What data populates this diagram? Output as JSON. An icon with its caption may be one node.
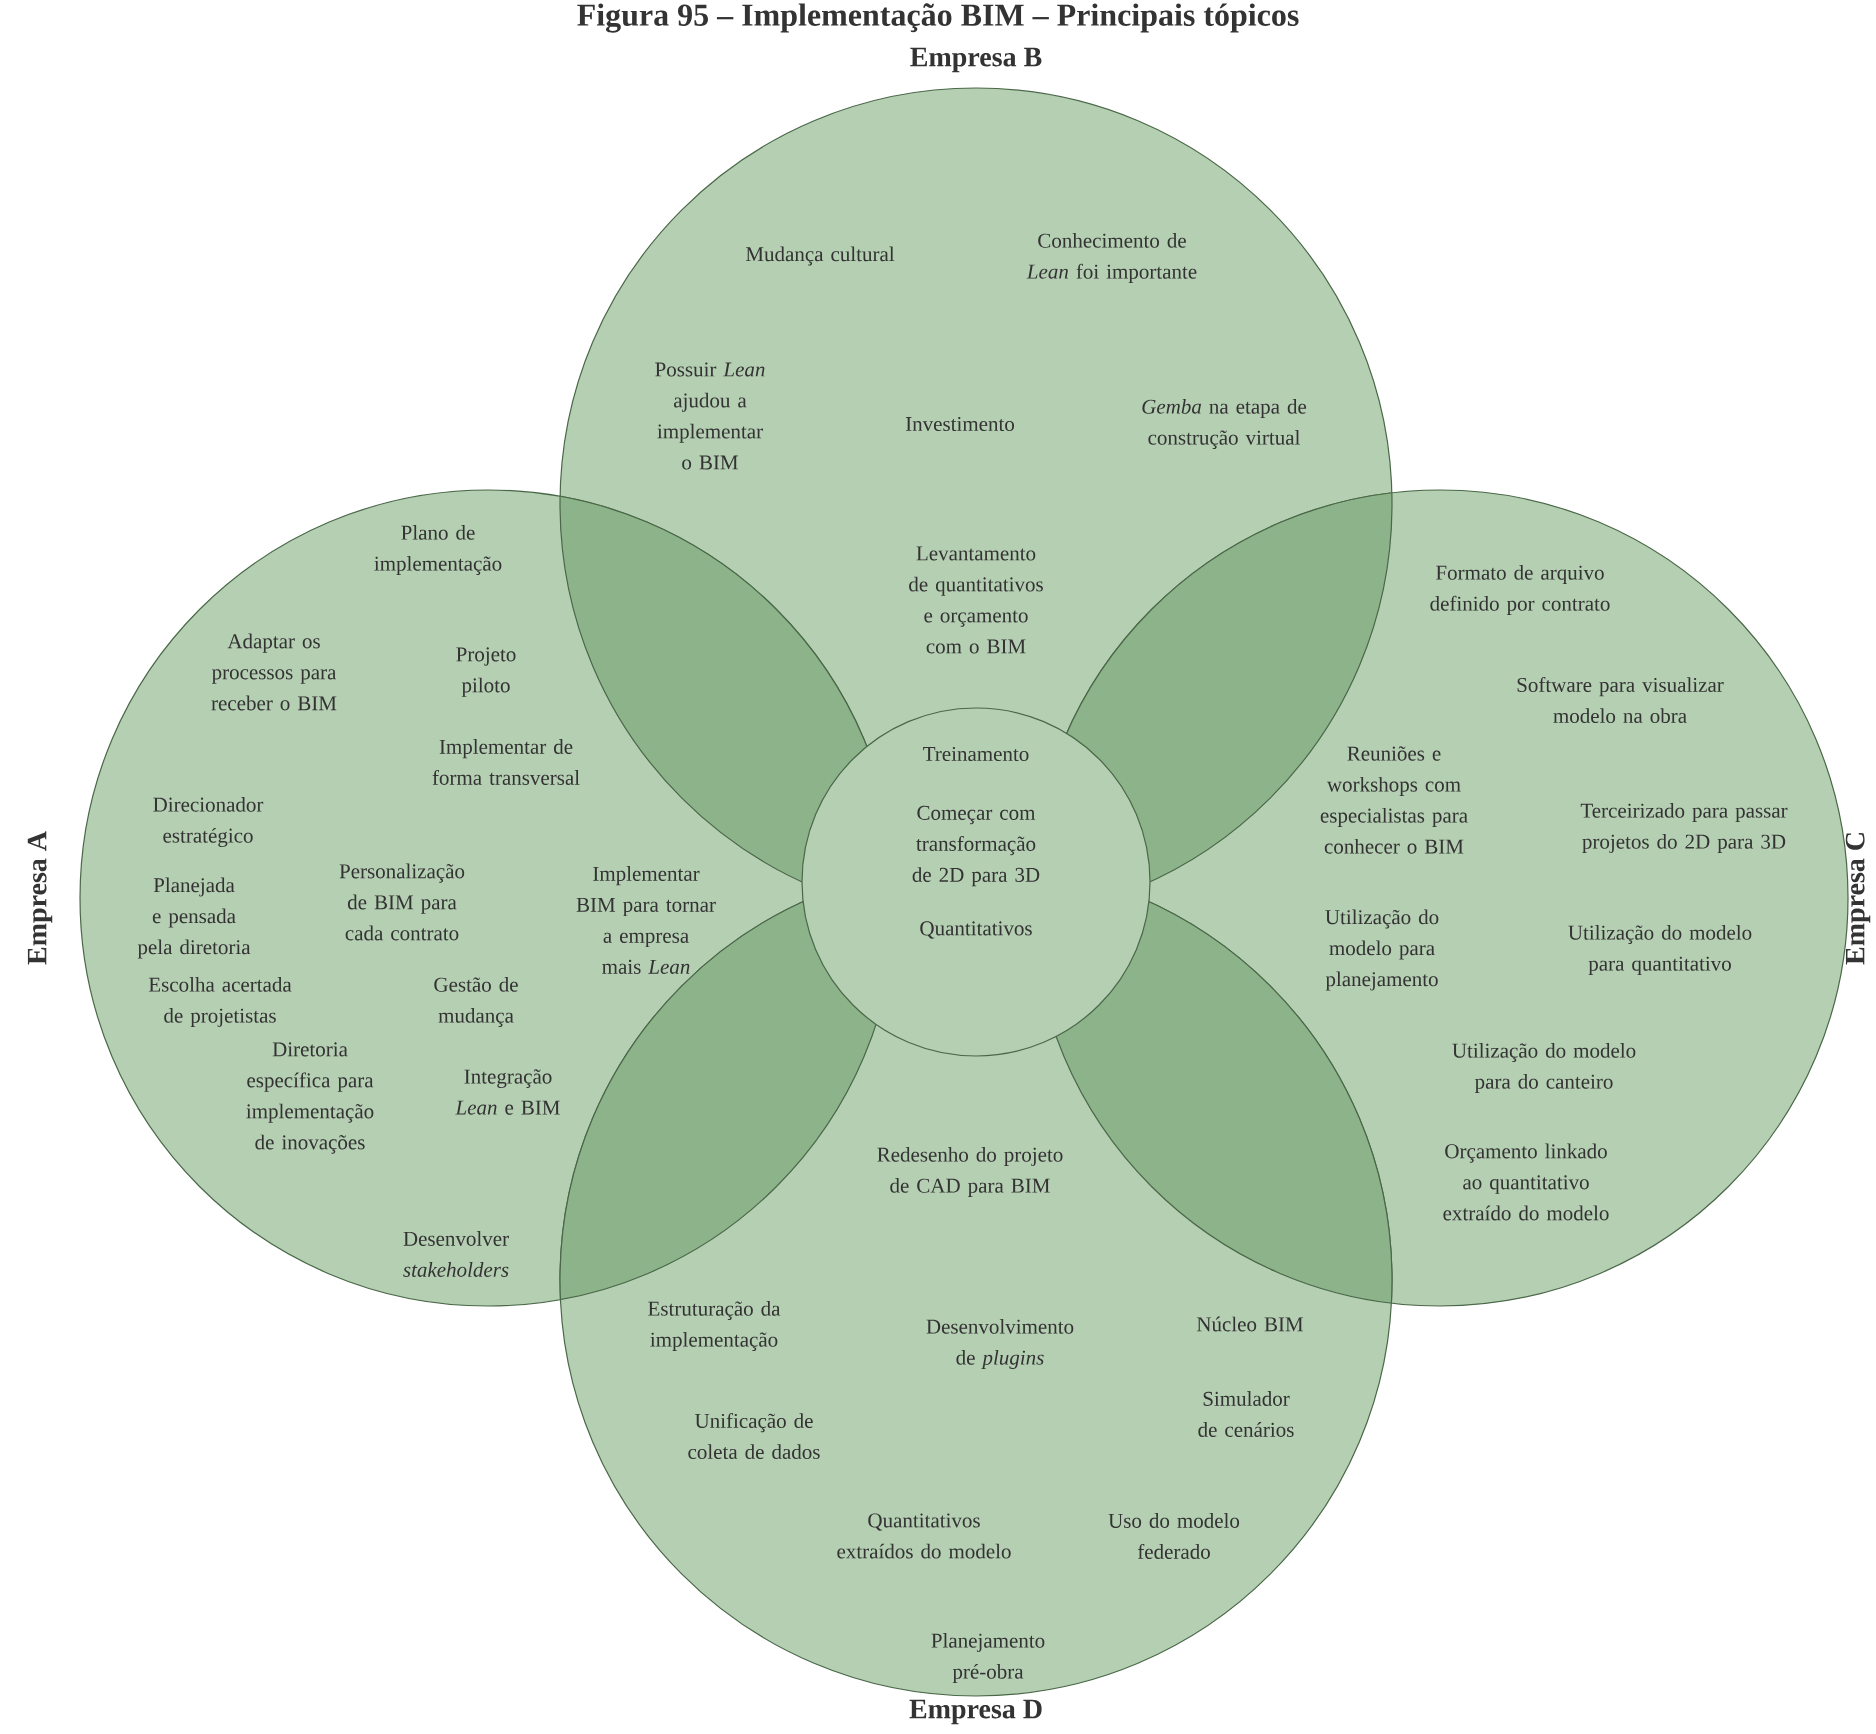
{
  "diagram": {
    "title": "Figura 95 – Implementação BIM – Principais tópicos",
    "nodes": [
      {
        "text": [
          "Empresa B",
          "Mudança cultural",
          "Conhecimento de *Lean* foi importante",
          "Possuir *Lean* ajudou a implementar o BIM",
          "Investimento",
          "*Gemba* na etapa de construção virtual",
          "Levantamento de quantitativos e orçamento com o BIM"
        ]
      },
      {
        "text": [
          "Empresa A",
          "Plano de implementação",
          "Adaptar os processos para receber o BIM",
          "Projeto piloto",
          "Implementar de forma transversal",
          "Direcionador estratégico",
          "Personalização de BIM para cada contrato",
          "Planejada e pensada pela diretoria",
          "Implementar BIM para tornar a empresa mais *Lean*",
          "Escolha acertada de projetistas",
          "Gestão de mudança",
          "Diretoria específica para implementação de inovações",
          "Integração *Lean* e BIM",
          "Desenvolver *stakeholders*"
        ]
      },
      {
        "text": [
          "Treinamento",
          "Começar com transformação de 2D para 3D",
          "Quantitativos"
        ]
      },
      {
        "text": [
          "Empresa C",
          "Formato de arquivo definido por contrato",
          "Software para visualizar modelo na obra",
          "Reuniões e workshops com especialistas para conhecer o BIM",
          "Terceirizado para passar projetos do 2D para 3D",
          "Utilização do modelo para planejamento",
          "Utilização do modelo para quantitativo",
          "Utilização do modelo para do canteiro",
          "Orçamento linkado ao quantitativo extraído do modelo"
        ]
      },
      {
        "text": [
          "Redesenho do projeto de CAD para BIM",
          "Estruturação da implementação",
          "Desenvolvimento de *plugins*",
          "Núcleo BIM",
          "Simulador de cenários",
          "Unificação de coleta de dados",
          "Quantitativos extraídos do modelo",
          "Uso do modelo federado",
          "Planejamento pré-obra",
          "Empresa D"
        ]
      }
    ]
  }
}
